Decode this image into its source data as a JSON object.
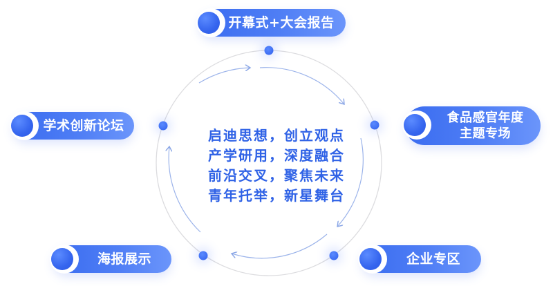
{
  "diagram": {
    "title": "",
    "center_text": [
      "启迪思想，创立观点",
      "产学研用，深度融合",
      "前沿交叉，聚焦未来",
      "青年托举，新星舞台"
    ],
    "nodes": [
      {
        "id": "top",
        "label": "开幕式+大会报告"
      },
      {
        "id": "right",
        "label_lines": [
          "食品感官年度",
          "主题专场"
        ]
      },
      {
        "id": "bottom-right",
        "label": "企业专区"
      },
      {
        "id": "bottom-left",
        "label": "海报展示"
      },
      {
        "id": "left",
        "label": "学术创新论坛"
      }
    ],
    "colors": {
      "accent": "#3a6cf0",
      "accent_light": "#6b95fb",
      "text_blue": "#2f62e6",
      "ring": "#d9d9de",
      "arrow": "#8aa6e6"
    },
    "flow_direction": "clockwise"
  }
}
